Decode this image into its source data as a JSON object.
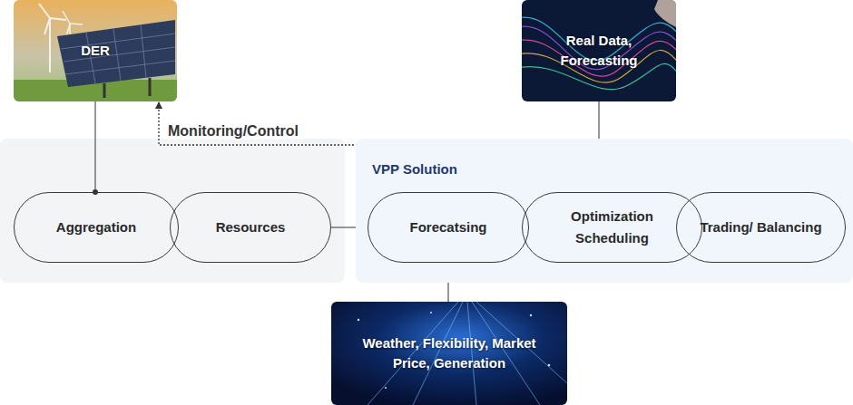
{
  "diagram": {
    "nodes": [
      {
        "text": [
          "DER"
        ]
      },
      {
        "text": [
          "Real Data, Forecasting"
        ]
      },
      {
        "text": [
          "VPP Solution"
        ]
      },
      {
        "text": [
          "Aggregation"
        ]
      },
      {
        "text": [
          "Resources"
        ]
      },
      {
        "text": [
          "Forecatsing"
        ],
        "in": 2
      },
      {
        "text": [
          "Optimization Scheduling"
        ],
        "in": 2
      },
      {
        "text": [
          "Trading/ Balancing"
        ],
        "in": 2
      },
      {
        "text": [
          "Weather, Flexibility, Market Price, Generation"
        ]
      }
    ],
    "edges": [
      {
        "from": 0,
        "to": 3,
        "arrow": "none"
      },
      {
        "from": 4,
        "to": 5,
        "arrow": "to"
      },
      {
        "from": 1,
        "to": 6,
        "arrow": "none"
      },
      {
        "from": 5,
        "to": 8,
        "arrow": "none"
      },
      {
        "from": 0,
        "to": 7,
        "label": "Monitoring/Control",
        "arrow": "both"
      }
    ]
  }
}
